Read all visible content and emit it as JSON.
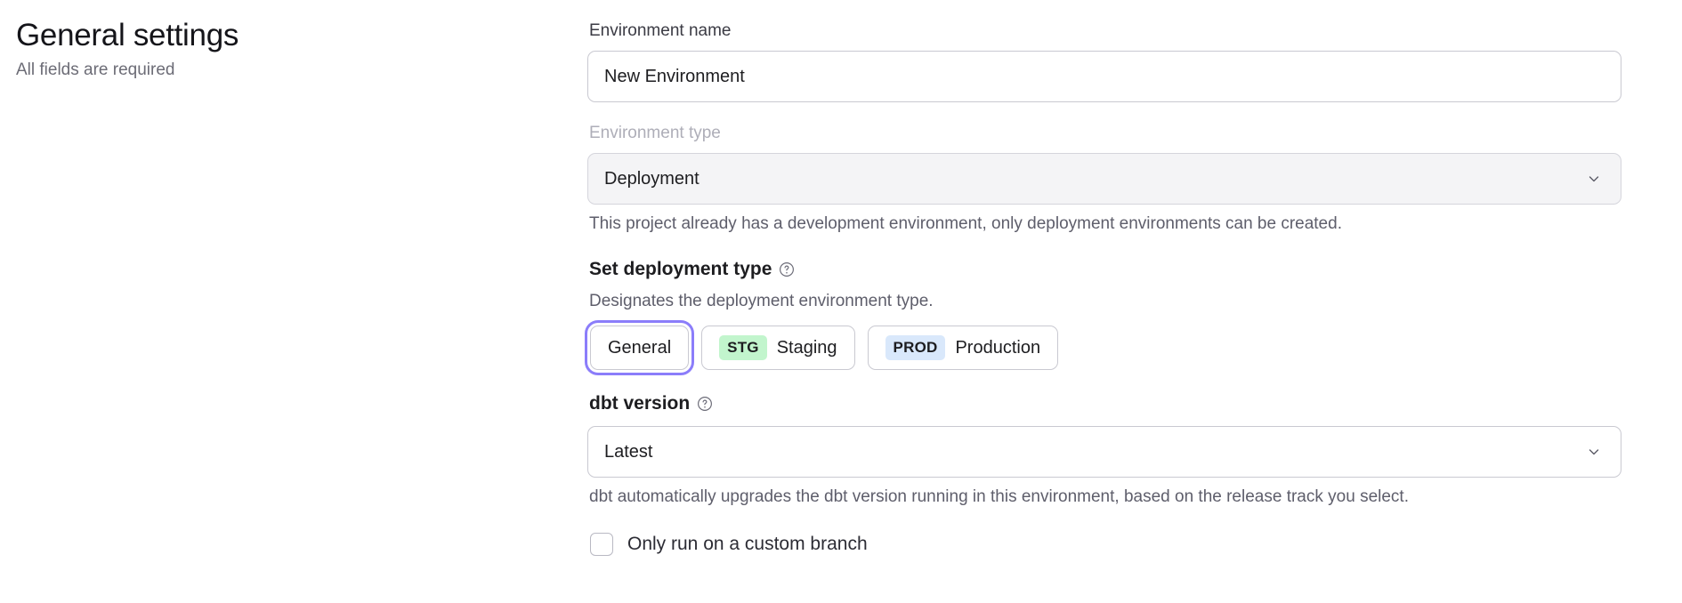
{
  "header": {
    "title": "General settings",
    "subtitle": "All fields are required"
  },
  "form": {
    "environment_name": {
      "label": "Environment name",
      "value": "New Environment"
    },
    "environment_type": {
      "label": "Environment type",
      "value": "Deployment",
      "disabled": true,
      "note": "This project already has a development environment, only deployment environments can be created."
    },
    "deployment_type": {
      "title": "Set deployment type",
      "description": "Designates the deployment environment type.",
      "options": [
        {
          "badge": "",
          "label": "General",
          "badge_bg": "",
          "selected": false,
          "focused": true
        },
        {
          "badge": "STG",
          "label": "Staging",
          "badge_bg": "#c2f5cd",
          "selected": false,
          "focused": false
        },
        {
          "badge": "PROD",
          "label": "Production",
          "badge_bg": "#d9e8fb",
          "selected": false,
          "focused": false
        }
      ]
    },
    "dbt_version": {
      "label": "dbt version",
      "value": "Latest",
      "note": "dbt automatically upgrades the dbt version running in this environment, based on the release track you select."
    },
    "custom_branch": {
      "label": "Only run on a custom branch",
      "checked": false
    }
  },
  "icons": {
    "chevron_down": "chevron-down-icon",
    "help": "help-circle-icon"
  },
  "colors": {
    "focus_ring": "#8b7dfa",
    "staging_badge": "#c2f5cd",
    "production_badge": "#d9e8fb"
  }
}
